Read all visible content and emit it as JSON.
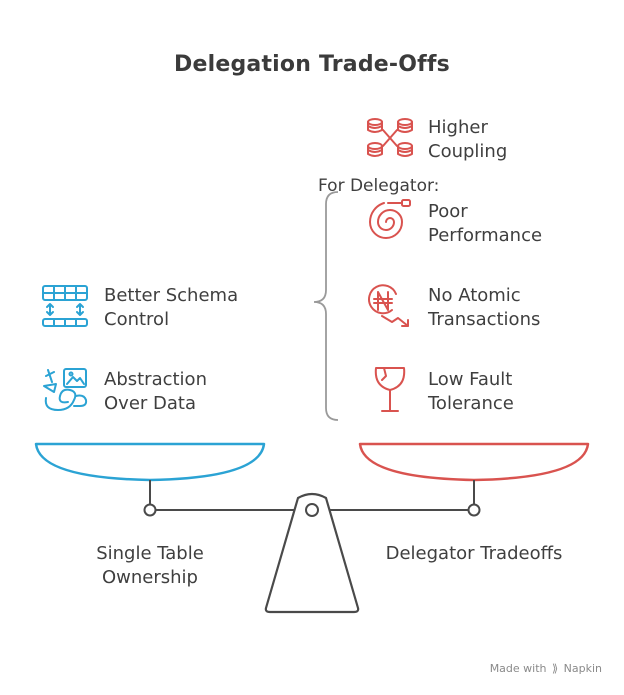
{
  "title": "Delegation Trade-Offs",
  "delegator_heading": "For Delegator:",
  "left_items": [
    {
      "line1": "Better Schema",
      "line2": "Control",
      "icon": "schema-grid-icon"
    },
    {
      "line1": "Abstraction",
      "line2": "Over Data",
      "icon": "abstraction-tools-icon"
    }
  ],
  "right_items": [
    {
      "line1": "Higher",
      "line2": "Coupling",
      "icon": "coupled-databases-icon"
    },
    {
      "line1": "Poor",
      "line2": "Performance",
      "icon": "tangled-coil-icon"
    },
    {
      "line1": "No Atomic",
      "line2": "Transactions",
      "icon": "currency-decline-icon"
    },
    {
      "line1": "Low Fault",
      "line2": "Tolerance",
      "icon": "broken-glass-icon"
    }
  ],
  "scale": {
    "left_label_line1": "Single Table",
    "left_label_line2": "Ownership",
    "right_label": "Delegator Tradeoffs"
  },
  "colors": {
    "left_accent": "#2ba3d4",
    "right_accent": "#d9534f",
    "neutral": "#4a4a4a"
  },
  "footer": {
    "made_with": "Made with",
    "brand": "Napkin"
  }
}
